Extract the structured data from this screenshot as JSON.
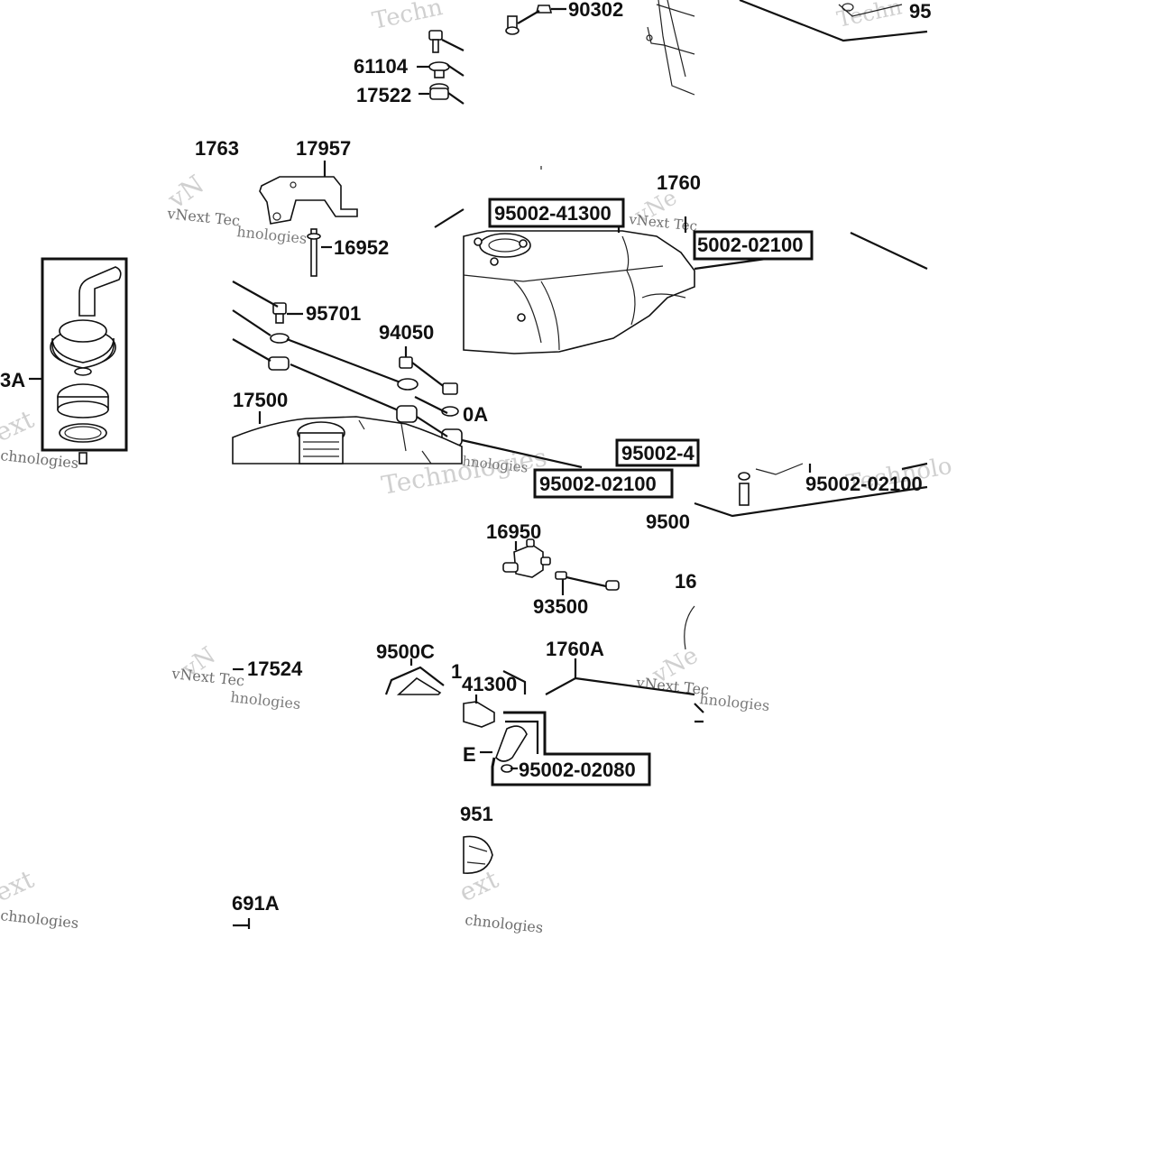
{
  "labels": {
    "l_90302": "90302",
    "l_61104": "61104",
    "l_17522": "17522",
    "l_1763": "1763",
    "l_17957": "17957",
    "l_16952": "16952",
    "l_95701": "95701",
    "l_94050": "94050",
    "l_17500": "17500",
    "l_0a": "0A",
    "l_3a": "3A",
    "l_95002_41300_top": "95002-41300",
    "l_1760_top": "1760",
    "l_95002_02100_top": "5002-02100",
    "l_95_corner": "95",
    "l_95002_4_mid": "95002-4",
    "l_95002_02100_mid": "95002-02100",
    "l_95002_02100_right": "95002-02100",
    "l_16950": "16950",
    "l_9500_mid": "9500",
    "l_93500": "93500",
    "l_16_right": "16",
    "l_9500c": "9500C",
    "l_17524": "17524",
    "l_1_small": "1",
    "l_41300_small": "41300",
    "l_1760a": "1760A",
    "l_e": "E",
    "l_95002_02080": "95002-02080",
    "l_951": "951",
    "l_691a": "691A"
  },
  "watermark": {
    "brand_a": "vNext",
    "brand_b": "Technologies",
    "brand_c": "Technolo",
    "brand_d": "vNext Tec",
    "brand_e": "hnologies",
    "brand_f": "chnologies",
    "brand_g": "ext",
    "brand_h": "Techn",
    "brand_i": "vN",
    "brand_j": "vNe",
    "color": "#c8c8c8"
  },
  "colors": {
    "ink": "#111111",
    "paper": "#ffffff"
  }
}
